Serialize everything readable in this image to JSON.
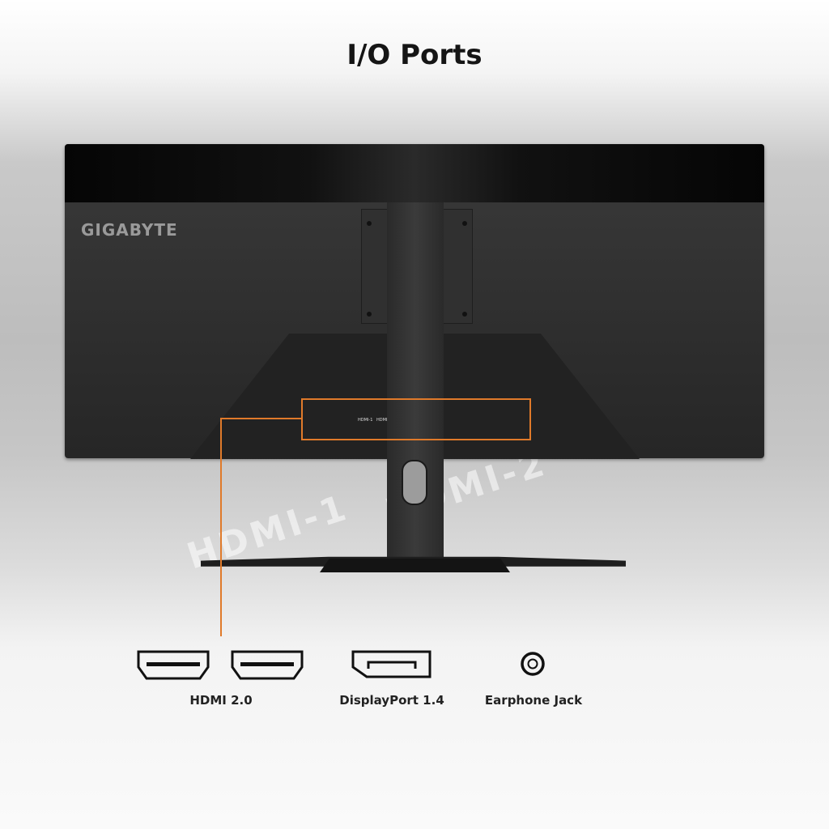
{
  "title": "I/O Ports",
  "brand_logo": "GIGABYTE",
  "background_labels": [
    "HDMI-1",
    "HDMI-2"
  ],
  "monitor_port_labels": [
    "HDMI-1",
    "HDMI"
  ],
  "highlight_color": "#e07a2a",
  "ports": [
    {
      "label": "HDMI 2.0",
      "icons": [
        "hdmi-icon",
        "hdmi-icon"
      ]
    },
    {
      "label": "DisplayPort 1.4",
      "icons": [
        "displayport-icon"
      ]
    },
    {
      "label": "Earphone Jack",
      "icons": [
        "earphone-jack-icon"
      ]
    }
  ]
}
